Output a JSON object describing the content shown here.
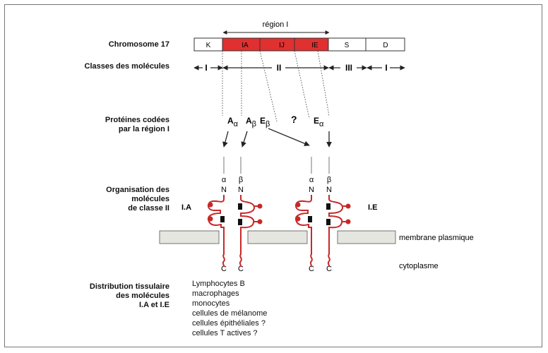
{
  "labels": {
    "chromosome": "Chromosome 17",
    "classes": "Classes des molécules",
    "proteins_line1": "Protéines codées",
    "proteins_line2": "par la région I",
    "organisation_line1": "Organisation des",
    "organisation_line2": "molécules",
    "organisation_line3": "de classe II",
    "distribution_line1": "Distribution tissulaire",
    "distribution_line2": "des molécules",
    "distribution_line3": "I.A et I.E"
  },
  "region_label": "région I",
  "chromosome_segments": [
    {
      "label": "K",
      "highlight": false
    },
    {
      "label": "IA",
      "highlight": true
    },
    {
      "label": "IJ",
      "highlight": true
    },
    {
      "label": "IE",
      "highlight": true
    },
    {
      "label": "S",
      "highlight": false
    },
    {
      "label": "D",
      "highlight": false
    }
  ],
  "class_labels": [
    "I",
    "II",
    "III",
    "I"
  ],
  "proteins": {
    "a_alpha": {
      "main": "A",
      "sub": "α"
    },
    "a_beta": {
      "main": "A",
      "sub": "β"
    },
    "e_beta": {
      "main": "E",
      "sub": "β"
    },
    "question": "?",
    "e_alpha": {
      "main": "E",
      "sub": "α"
    }
  },
  "chain_labels": [
    {
      "greek": "α",
      "n": "N",
      "c": "C"
    },
    {
      "greek": "β",
      "n": "N",
      "c": "C"
    },
    {
      "greek": "α",
      "n": "N",
      "c": "C"
    },
    {
      "greek": "β",
      "n": "N",
      "c": "C"
    }
  ],
  "molecule_labels": {
    "left": "I.A",
    "right": "I.E"
  },
  "membrane_label": "membrane plasmique",
  "cytoplasm_label": "cytoplasme",
  "distribution": [
    "Lymphocytes B",
    "macrophages",
    "monocytes",
    "cellules de mélanome",
    "cellules épithéliales ?",
    "cellules T actives ?"
  ],
  "colors": {
    "highlight": "#e03030",
    "protein": "#c82828",
    "membrane_fill": "#e6e6e0",
    "line": "#222222"
  }
}
